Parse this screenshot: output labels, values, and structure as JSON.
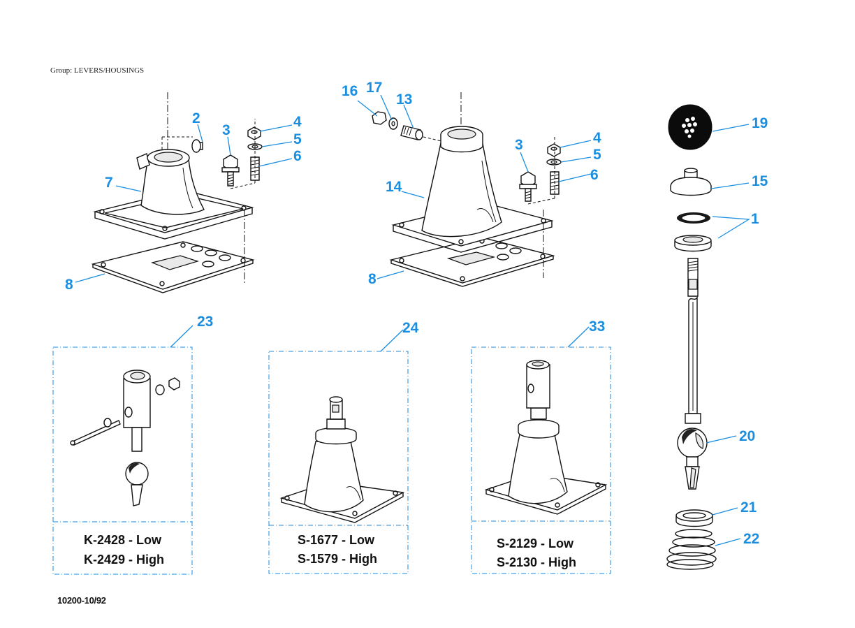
{
  "header": {
    "group_label": "Group: LEVERS/HOUSINGS"
  },
  "footer": {
    "drawing_code": "10200-10/92"
  },
  "callouts": {
    "c2": "2",
    "c3a": "3",
    "c4a": "4",
    "c5a": "5",
    "c6a": "6",
    "c7": "7",
    "c8a": "8",
    "c16": "16",
    "c17": "17",
    "c13": "13",
    "c3b": "3",
    "c4b": "4",
    "c5b": "5",
    "c6b": "6",
    "c14": "14",
    "c8b": "8",
    "c19": "19",
    "c15": "15",
    "c1": "1",
    "c20": "20",
    "c21": "21",
    "c22": "22",
    "c23": "23",
    "c24": "24",
    "c33": "33"
  },
  "kits": {
    "k23": {
      "low": "K-2428 - Low",
      "high": "K-2429 - High"
    },
    "k24": {
      "low": "S-1677 - Low",
      "high": "S-1579 - High"
    },
    "k33": {
      "low": "S-2129 - Low",
      "high": "S-2130 - High"
    }
  },
  "colors": {
    "callout": "#1a8ee0",
    "line": "#111111"
  }
}
